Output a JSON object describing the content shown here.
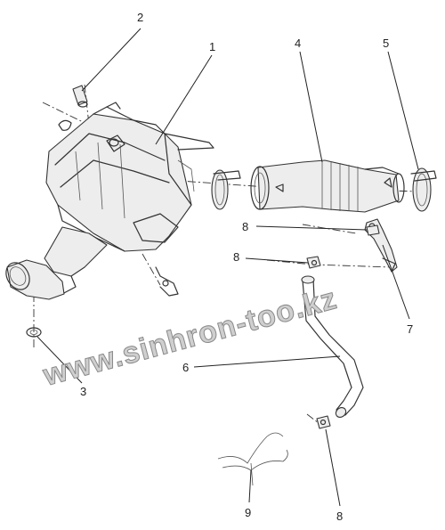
{
  "callouts": {
    "c1": "1",
    "c2": "2",
    "c3": "3",
    "c4": "4",
    "c5": "5",
    "c6": "6",
    "c7": "7",
    "c8a": "8",
    "c8b": "8",
    "c8c": "8",
    "c9": "9"
  },
  "watermark": "www.sinhron-too.kz"
}
